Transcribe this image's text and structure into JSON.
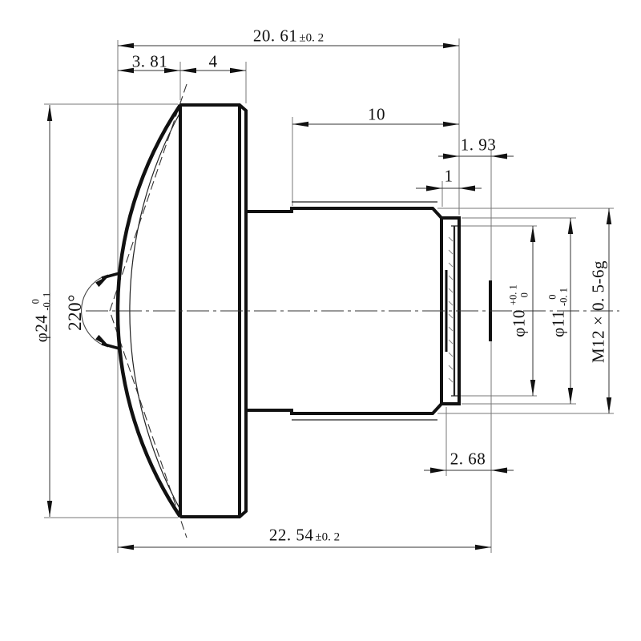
{
  "drawing": {
    "type": "mechanical-lens-drawing",
    "background": "#ffffff",
    "line_color": "#111111",
    "labels": {
      "len_front_to_thread": {
        "value": "20. 61",
        "tol": "±0. 2"
      },
      "len_apex_to_flange": "3. 81",
      "len_flange_width": "4",
      "len_barrel": "10",
      "len_back_focal": "1. 93",
      "len_thread_collar": "1",
      "len_rear_to_image": "2. 68",
      "len_total": {
        "value": "22. 54",
        "tol": "±0. 2"
      },
      "fov_angle": "220°",
      "dia_flange": {
        "prefix": "φ24",
        "upper": "0",
        "lower": "-0. 1"
      },
      "dia_bore": {
        "prefix": "φ10",
        "upper": "+0. 1",
        "lower": "0"
      },
      "dia_collar": {
        "prefix": "φ11",
        "upper": "0",
        "lower": "-0. 1"
      },
      "thread_spec": "M12 × 0. 5-6g"
    }
  }
}
